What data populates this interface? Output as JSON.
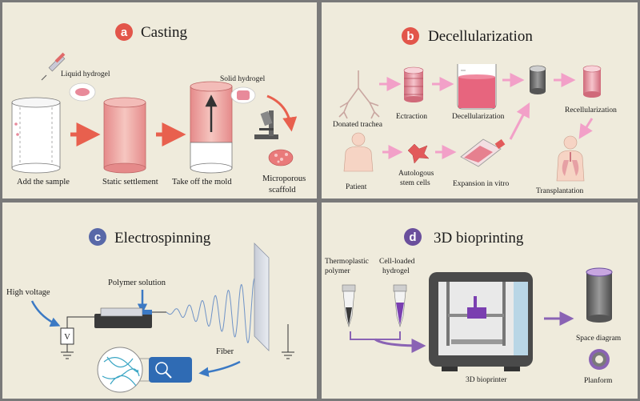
{
  "colors": {
    "panel_bg": "#efebdc",
    "frame": "#7a7a7a",
    "badge_red": "#e2554a",
    "badge_blue": "#5868a8",
    "badge_purple": "#6a4f9c",
    "arrow_pink": "#f2a0c8",
    "arrow_red": "#e8604e",
    "arrow_blue": "#3b79c4",
    "arrow_purple": "#8a63b4"
  },
  "panels": {
    "a": {
      "badge": "a",
      "title": "Casting",
      "labels": {
        "liquid_hydrogel": "Liquid hydrogel",
        "solid_hydrogel": "Solid hydrogel",
        "add_sample": "Add the sample",
        "static_settlement": "Static settlement",
        "take_off_mold": "Take off the mold",
        "microporous_1": "Microporous",
        "microporous_2": "scaffold"
      }
    },
    "b": {
      "badge": "b",
      "title": "Decellularization",
      "labels": {
        "donated_trachea": "Donated trachea",
        "ectraction": "Ectraction",
        "decellularization": "Decellularization",
        "recellularization": "Recellularization",
        "patient": "Patient",
        "autologous_1": "Autologous",
        "autologous_2": "stem cells",
        "expansion": "Expansion in vitro",
        "transplantation": "Transplantation"
      }
    },
    "c": {
      "badge": "c",
      "title": "Electrospinning",
      "labels": {
        "polymer_solution": "Polymer solution",
        "high_voltage": "High voltage",
        "voltmeter": "V",
        "fiber": "Fiber"
      }
    },
    "d": {
      "badge": "d",
      "title": "3D bioprinting",
      "labels": {
        "thermoplastic_1": "Thermoplastic",
        "thermoplastic_2": "polymer",
        "cell_loaded_1": "Cell-loaded",
        "cell_loaded_2": "hydrogel",
        "bioprinter": "3D bioprinter",
        "space_diagram": "Space diagram",
        "planform": "Planform"
      }
    }
  }
}
